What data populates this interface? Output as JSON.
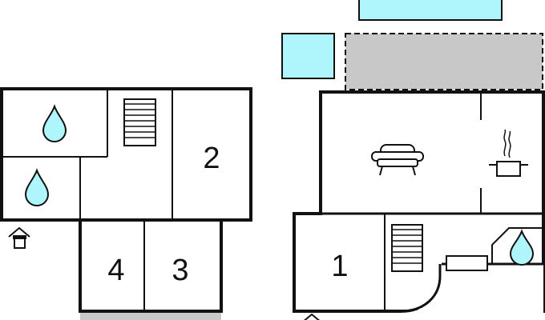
{
  "floorplan": {
    "colors": {
      "wall": "#111111",
      "water": "#aef6fb",
      "pool": "#aef6fb",
      "terrace": "#c8c8c8",
      "floor": "#ffffff"
    },
    "left_floor": {
      "rooms": [
        {
          "id": "bathroom-top",
          "icon": "water-drop-icon"
        },
        {
          "id": "bathroom-bottom",
          "icon": "water-drop-icon"
        },
        {
          "id": "stair-hall",
          "icon": "staircase-icon"
        },
        {
          "id": "bedroom-2",
          "label": "2"
        },
        {
          "id": "bedroom-4",
          "label": "4"
        },
        {
          "id": "bedroom-3",
          "label": "3"
        }
      ],
      "entrance_icon": "house-entrance-icon"
    },
    "right_floor": {
      "rooms": [
        {
          "id": "living-room",
          "icon": "sofa-icon"
        },
        {
          "id": "kitchen",
          "icon": "cooking-pot-icon"
        },
        {
          "id": "bedroom-1",
          "label": "1"
        },
        {
          "id": "stair-hall",
          "icon": "staircase-icon"
        },
        {
          "id": "bathroom",
          "icon": "water-drop-icon"
        }
      ],
      "outdoor": [
        "pool",
        "small-pool",
        "terrace"
      ],
      "entrance_icon": "house-entrance-icon"
    }
  }
}
